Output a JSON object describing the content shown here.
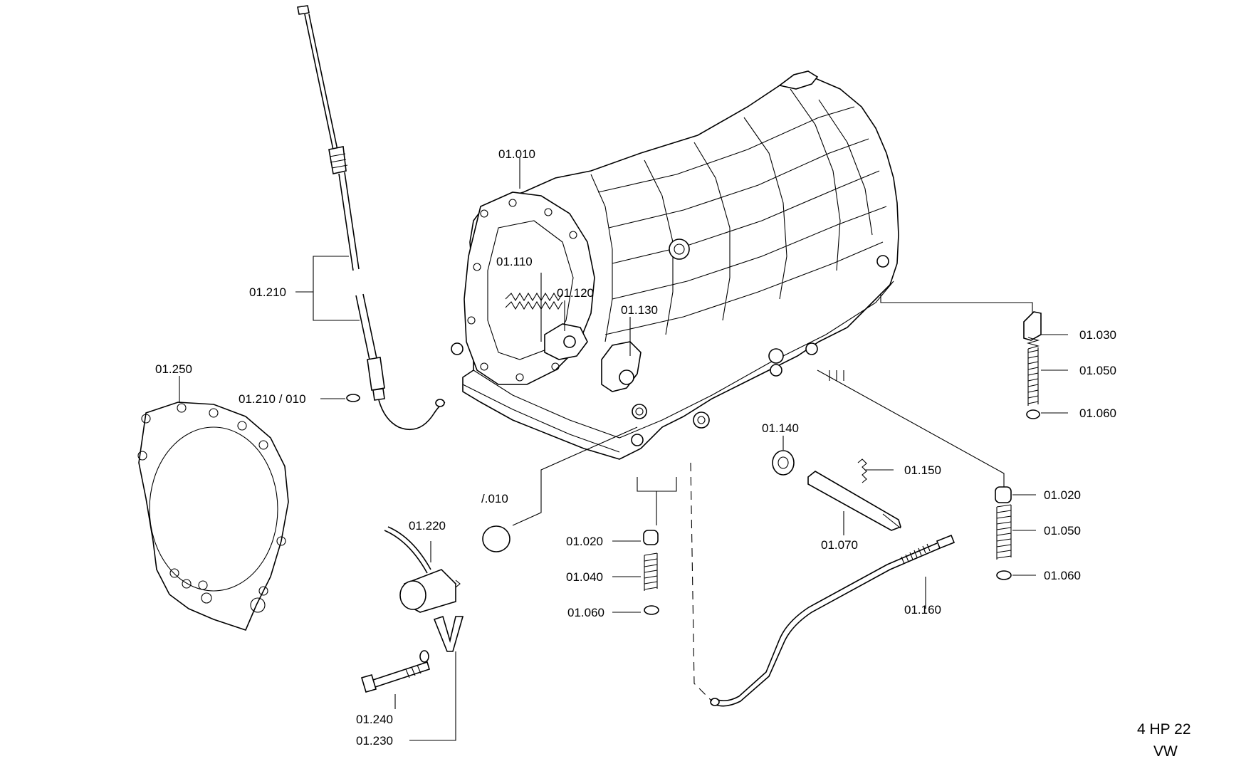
{
  "diagram": {
    "model_line1": "4 HP 22",
    "model_line2": "VW",
    "callouts": {
      "c_01_010": "01.010",
      "c_01_110": "01.110",
      "c_01_120": "01.120",
      "c_01_130": "01.130",
      "c_01_210": "01.210",
      "c_01_210_010": "01.210 / 010",
      "c_01_250": "01.250",
      "c_01_030": "01.030",
      "c_01_050_top": "01.050",
      "c_01_060_top": "01.060",
      "c_01_140": "01.140",
      "c_01_150": "01.150",
      "c_01_070": "01.070",
      "c_01_020_right": "01.020",
      "c_01_050_right": "01.050",
      "c_01_060_right": "01.060",
      "c_01_160": "01.160",
      "c_slash_010": "/.010",
      "c_01_220": "01.220",
      "c_01_020_mid": "01.020",
      "c_01_040": "01.040",
      "c_01_060_mid": "01.060",
      "c_01_240": "01.240",
      "c_01_230": "01.230"
    }
  }
}
